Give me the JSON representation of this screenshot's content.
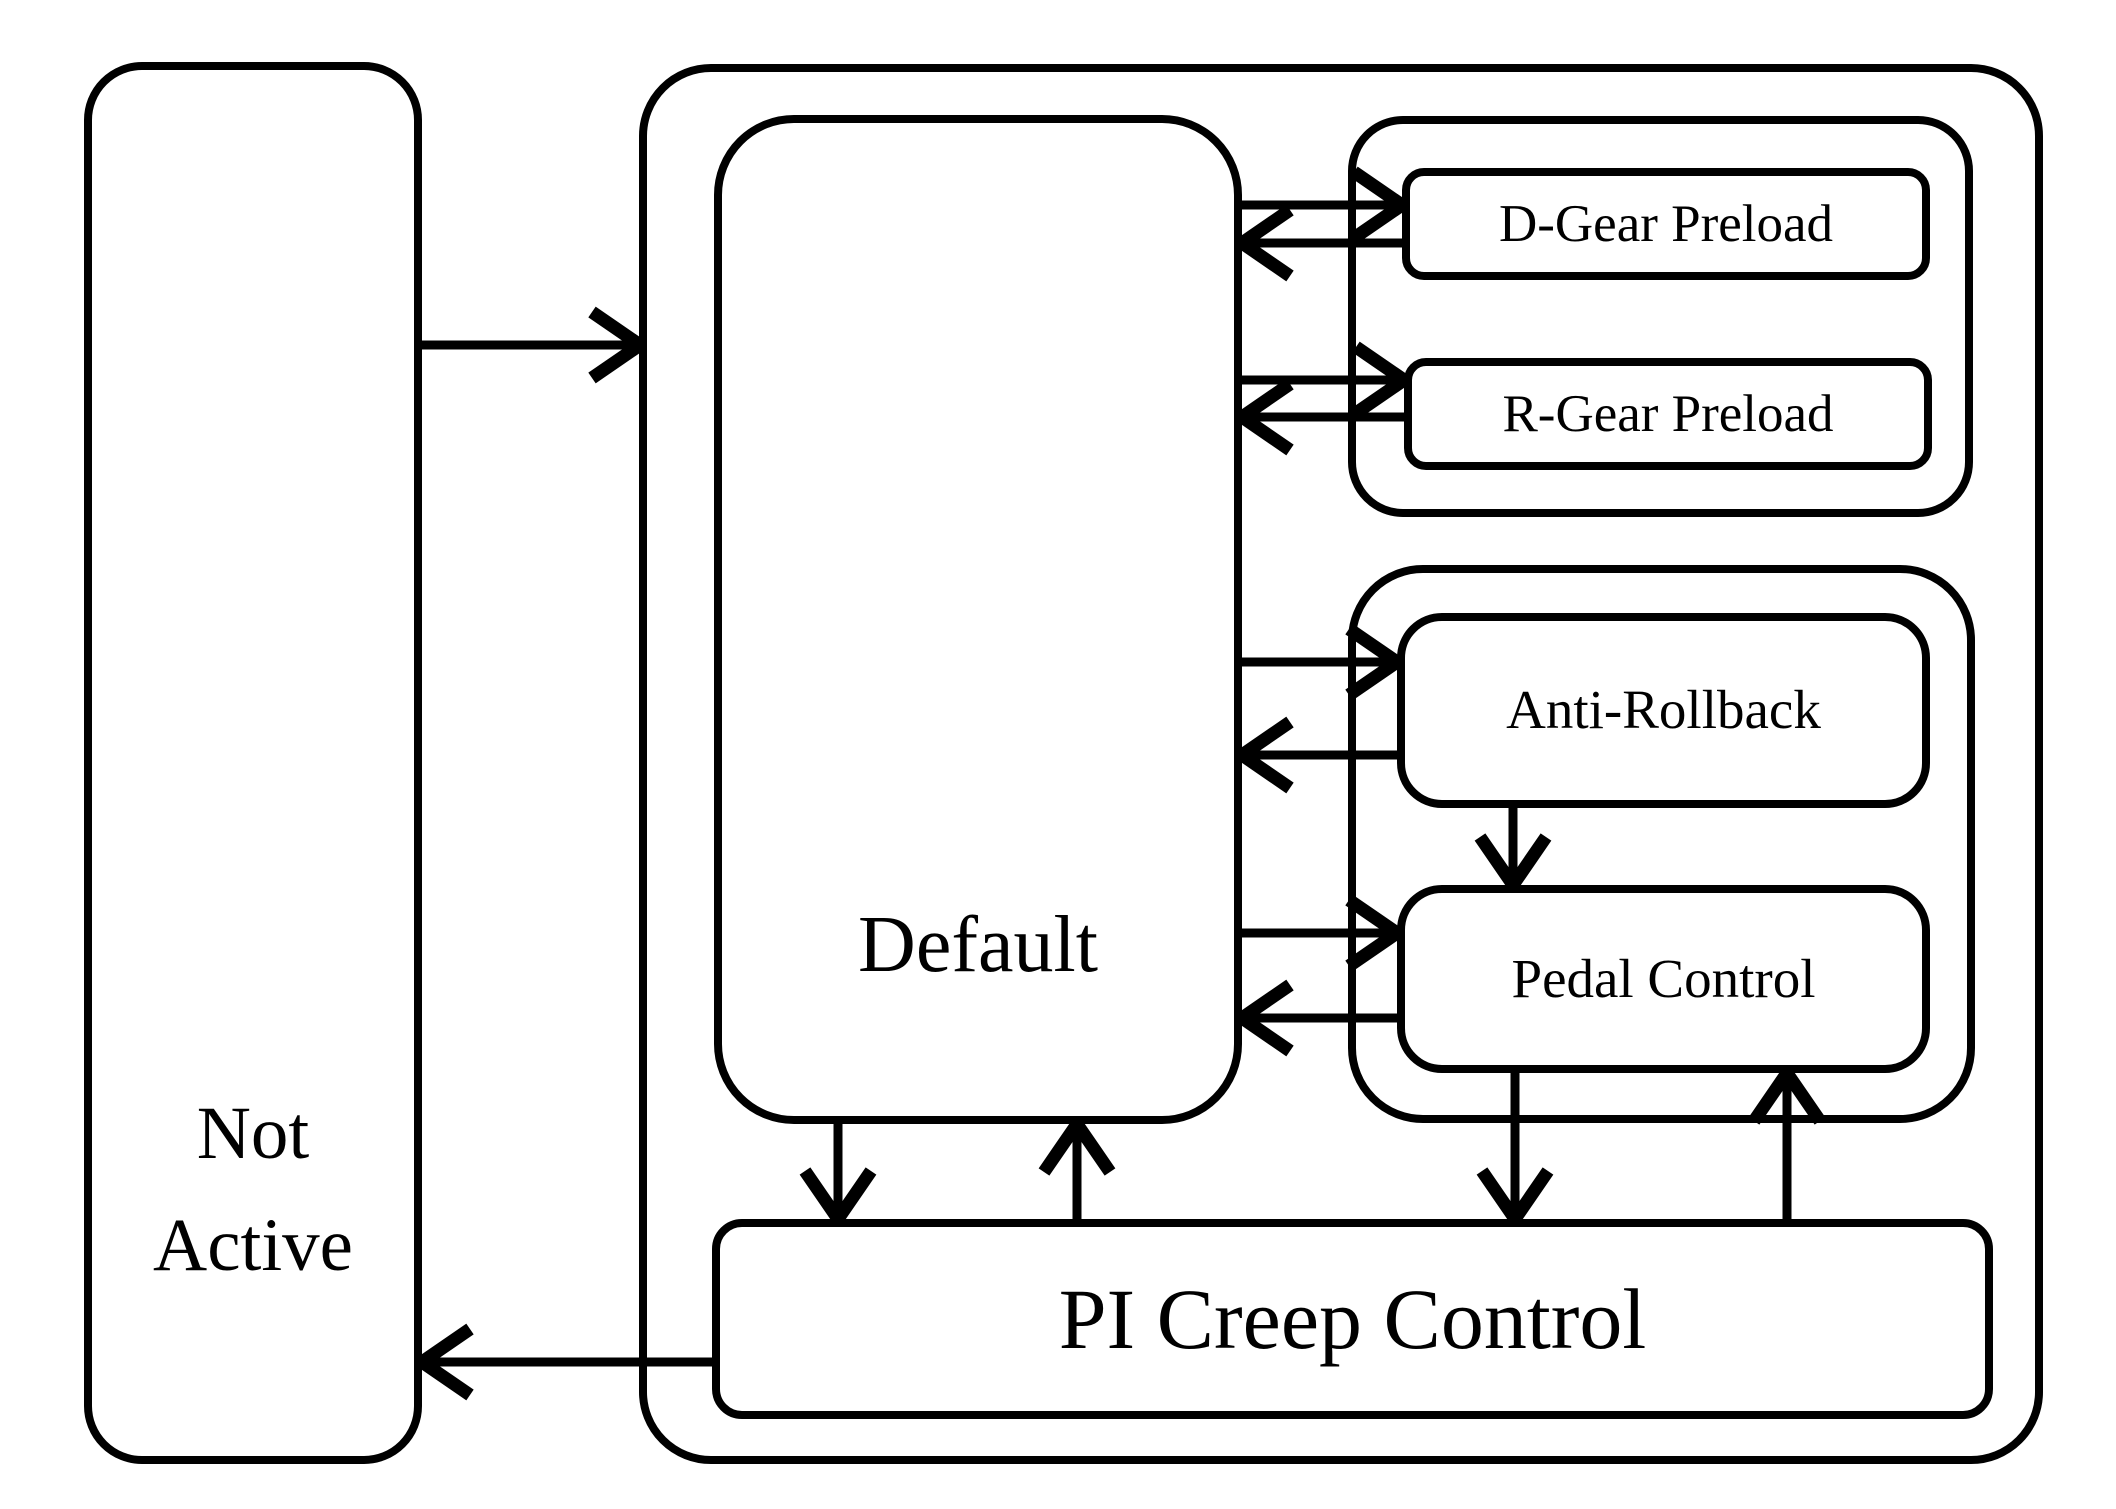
{
  "diagram": {
    "type": "state-machine-block-diagram",
    "background_color": "#ffffff",
    "line_color": "#000000",
    "states": {
      "not_active": {
        "label": "Not Active"
      },
      "default": {
        "label": "Default"
      },
      "d_gear_preload": {
        "label": "D-Gear Preload"
      },
      "r_gear_preload": {
        "label": "R-Gear Preload"
      },
      "anti_rollback": {
        "label": "Anti-Rollback"
      },
      "pedal_control": {
        "label": "Pedal Control"
      },
      "pi_creep_control": {
        "label": "PI Creep Control"
      }
    },
    "containers": {
      "active_group": {
        "contains": [
          "default",
          "gear_preload_group",
          "rollback_pedal_group",
          "pi_creep_control"
        ]
      },
      "gear_preload_group": {
        "contains": [
          "d_gear_preload",
          "r_gear_preload"
        ]
      },
      "rollback_pedal_group": {
        "contains": [
          "anti_rollback",
          "pedal_control"
        ]
      }
    },
    "transitions": [
      {
        "from": "not_active",
        "to": "active_group",
        "direction": "right"
      },
      {
        "from": "default",
        "to": "d_gear_preload",
        "direction": "right"
      },
      {
        "from": "d_gear_preload",
        "to": "default",
        "direction": "left"
      },
      {
        "from": "default",
        "to": "r_gear_preload",
        "direction": "right"
      },
      {
        "from": "r_gear_preload",
        "to": "default",
        "direction": "left"
      },
      {
        "from": "default",
        "to": "anti_rollback",
        "direction": "right"
      },
      {
        "from": "anti_rollback",
        "to": "default",
        "direction": "left"
      },
      {
        "from": "anti_rollback",
        "to": "pedal_control",
        "direction": "down"
      },
      {
        "from": "default",
        "to": "pedal_control",
        "direction": "right"
      },
      {
        "from": "pedal_control",
        "to": "default",
        "direction": "left"
      },
      {
        "from": "default",
        "to": "pi_creep_control",
        "direction": "down"
      },
      {
        "from": "pi_creep_control",
        "to": "default",
        "direction": "up"
      },
      {
        "from": "pedal_control",
        "to": "pi_creep_control",
        "direction": "down"
      },
      {
        "from": "pi_creep_control",
        "to": "pedal_control",
        "direction": "up"
      },
      {
        "from": "pi_creep_control",
        "to": "not_active",
        "direction": "left"
      }
    ]
  }
}
